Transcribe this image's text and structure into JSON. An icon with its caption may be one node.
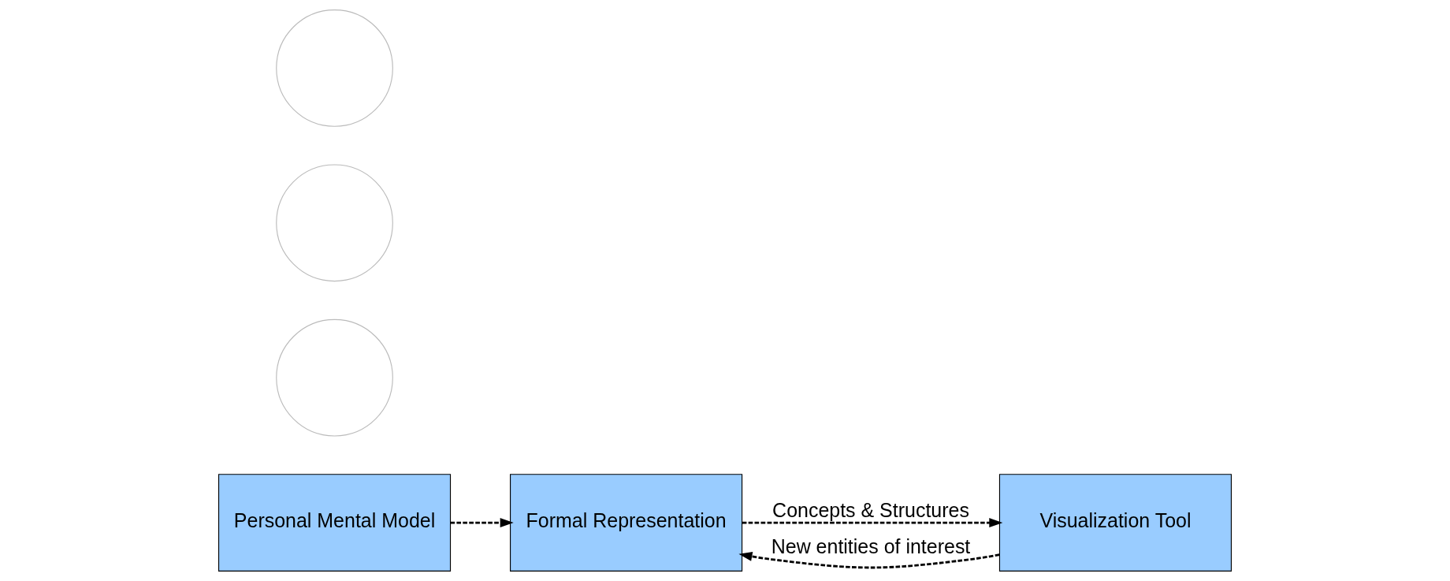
{
  "diagram": {
    "nodes": [
      {
        "text": [
          "Personal Mental Model"
        ]
      },
      {
        "text": [
          "Formal Representation"
        ]
      },
      {
        "text": [
          "Visualization Tool"
        ]
      },
      {
        "text": [],
        "shape": "circle"
      },
      {
        "text": [],
        "shape": "circle"
      },
      {
        "text": [],
        "shape": "circle"
      }
    ],
    "edges": [
      {
        "from": 0,
        "to": 1,
        "arrow": "to",
        "style": "dashed"
      },
      {
        "from": 2,
        "to": 1,
        "arrow": "to",
        "style": "dashed",
        "label": "New entities of interest"
      },
      {
        "from": 1,
        "to": 2,
        "arrow": "to",
        "style": "dashed",
        "label": "Concepts & Structures"
      }
    ]
  }
}
